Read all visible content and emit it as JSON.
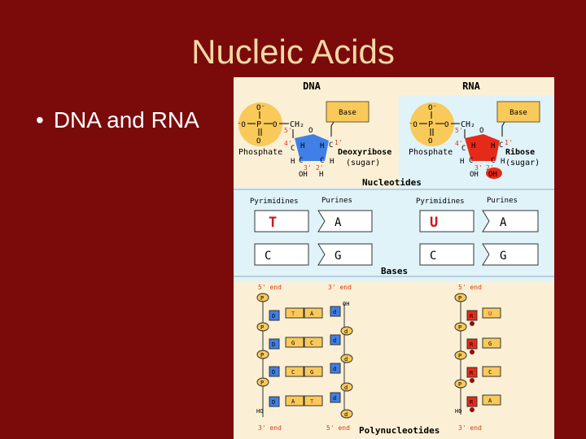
{
  "slide": {
    "title": "Nucleic Acids",
    "bullet_marker": "•",
    "bullet": "DNA and RNA"
  },
  "figure": {
    "dna_header": "DNA",
    "rna_header": "RNA",
    "o_minus": "O⁻",
    "minus_o": "⁻O",
    "o": "O",
    "p": "P",
    "ch2": "CH₂",
    "five_prime": "5'",
    "four_prime": "4'",
    "one_prime": "1'",
    "three_prime": "3'",
    "two_prime": "2'",
    "h": "H",
    "c": "C",
    "oh": "OH",
    "base": "Base",
    "phosphate": "Phosphate",
    "deoxyribose": "Deoxyribose",
    "ribose": "Ribose",
    "sugar": "(sugar)",
    "nucleotides": "Nucleotides",
    "pyrimidines": "Pyrimidines",
    "purines": "Purines",
    "bases": "Bases",
    "base_t": "T",
    "base_a": "A",
    "base_c": "C",
    "base_g": "G",
    "base_u": "U",
    "five_end": "5' end",
    "three_end": "3' end",
    "d": "D",
    "d_small": "d",
    "r": "R",
    "ho": "HO",
    "polynucleotides": "Polynucleotides"
  },
  "colors": {
    "background": "#7b0b0b",
    "title": "#f4d9a6",
    "figure_blue": "#dff3f9",
    "figure_beige": "#fbf0d6",
    "phosphate_yellow": "#f9c95a",
    "dna_sugar_blue": "#3f7fe6",
    "rna_sugar_red": "#e62a1a",
    "t_u_red": "#c8181c",
    "label_red": "#d43a14"
  }
}
